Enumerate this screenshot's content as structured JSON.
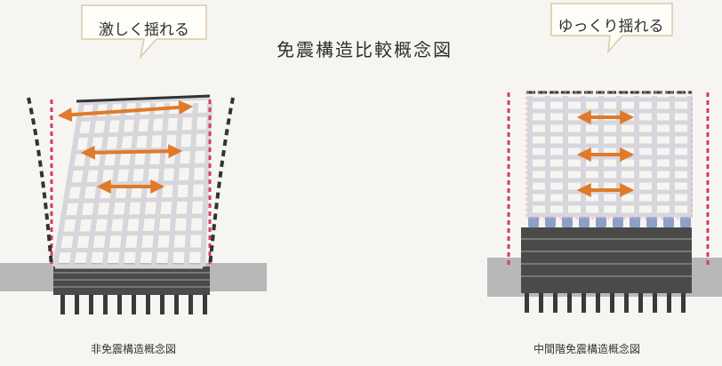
{
  "title": "免震構造比較概念図",
  "left": {
    "bubble": "激しく揺れる",
    "caption": "非免震構造概念図"
  },
  "right": {
    "bubble": "ゆっくり揺れる",
    "caption": "中間階免震構造概念図"
  },
  "colors": {
    "background": "#f7f5f2",
    "arrow": "#e07a2a",
    "grid": "#d6d6dc",
    "original_outline": "#d04060",
    "sway_outline": "#333333",
    "base": "#4a4a4a",
    "ground": "#b8b8b8",
    "isolator": "#8aa0c8"
  }
}
